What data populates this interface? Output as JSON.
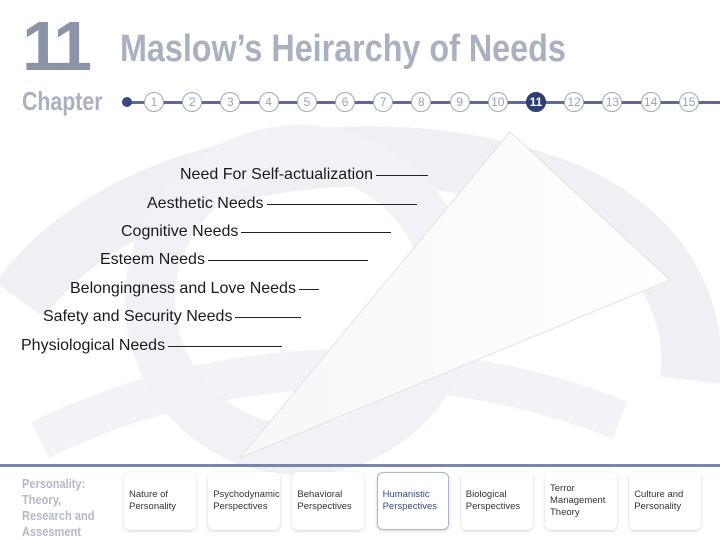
{
  "header": {
    "chapter_number": "11",
    "chapter_word": "Chapter",
    "title": "Maslow’s Heirarchy of Needs"
  },
  "chapter_nav": {
    "items": [
      "1",
      "2",
      "3",
      "4",
      "5",
      "6",
      "7",
      "8",
      "9",
      "10",
      "11",
      "12",
      "13",
      "14",
      "15"
    ],
    "active": "11"
  },
  "pyramid": {
    "levels": [
      "Need For Self-actualization",
      "Aesthetic Needs",
      "Cognitive Needs",
      "Esteem Needs",
      "Belongingness and Love Needs",
      "Safety and Security Needs",
      "Physiological Needs"
    ]
  },
  "footer": {
    "book_title": "Personality: Theory, Research and Assesment",
    "tabs": [
      "Nature of Personality",
      "Psychodynamic Perspectives",
      "Behavioral Perspectives",
      "Humanistic Perspectives",
      "Biological Perspectives",
      "Terror Management Theory",
      "Culture and Personality"
    ],
    "active_tab": "Humanistic Perspectives"
  },
  "colors": {
    "accent": "#2f3f73",
    "title_gray": "#a9b0c0",
    "footer_rule": "#7a86ab"
  }
}
